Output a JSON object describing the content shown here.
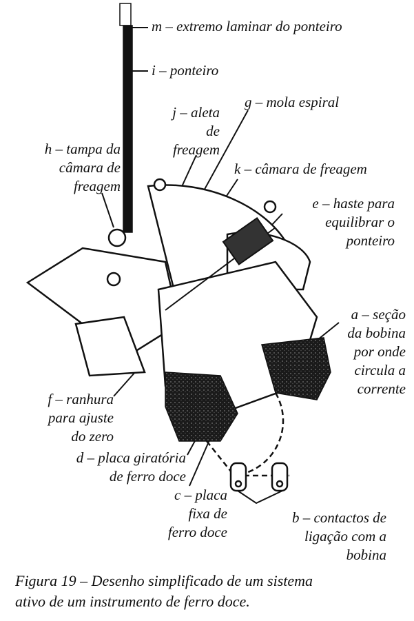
{
  "labels": {
    "m": "m – extremo laminar do ponteiro",
    "i": "i – ponteiro",
    "j": [
      "j – aleta",
      "de",
      "freagem"
    ],
    "g": "g – mola espiral",
    "h": [
      "h – tampa da",
      "câmara de",
      "freagem"
    ],
    "k": "k – câmara de freagem",
    "e": [
      "e – haste para",
      "equilibrar o",
      "ponteiro"
    ],
    "a": [
      "a – seção",
      "da bobina",
      "por onde",
      "circula a",
      "corrente"
    ],
    "f": [
      "f – ranhura",
      "para ajuste",
      "do zero"
    ],
    "d": [
      "d – placa giratória",
      "de ferro doce"
    ],
    "c": [
      "c – placa",
      "fixa de",
      "ferro doce"
    ],
    "b": [
      "b – contactos de",
      "ligação com a",
      "bobina"
    ]
  },
  "caption": [
    "Figura 19 – Desenho simplificado de um sistema",
    "ativo de um instrumento de ferro doce."
  ]
}
